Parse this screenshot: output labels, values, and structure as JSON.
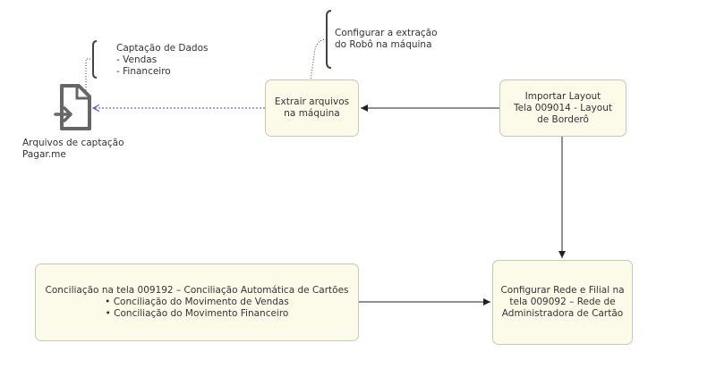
{
  "diagram": {
    "nodes": {
      "extract": {
        "lines": [
          "Extrair arquivos",
          "na máquina"
        ]
      },
      "import": {
        "lines": [
          "Importar Layout",
          "Tela 009014 - Layout",
          "de Borderô"
        ]
      },
      "config_network": {
        "lines": [
          "Configurar Rede e Filial na",
          "tela 009092 – Rede de",
          "Administradora de Cartão"
        ]
      },
      "reconcile": {
        "lines": [
          "Conciliação na tela 009192 – Conciliação Automática de Cartões",
          "• Conciliação do Movimento de Vendas",
          "• Conciliação do Movimento Financeiro"
        ]
      }
    },
    "notes": {
      "robot": {
        "lines": [
          "Configurar a extração",
          "do Robô na máquina"
        ]
      },
      "capture": {
        "lines": [
          "Captação de Dados",
          "- Vendas",
          "- Financeiro"
        ]
      }
    },
    "file_icon": {
      "icon": "file-import-icon",
      "caption_lines": [
        "Arquivos de captação",
        "Pagar.me"
      ]
    },
    "colors": {
      "node_fill": "#fcfbea",
      "node_border": "#c8c8b4",
      "edge": "#222222",
      "dashed_edge": "#3b4bd1",
      "icon": "#666666"
    }
  }
}
